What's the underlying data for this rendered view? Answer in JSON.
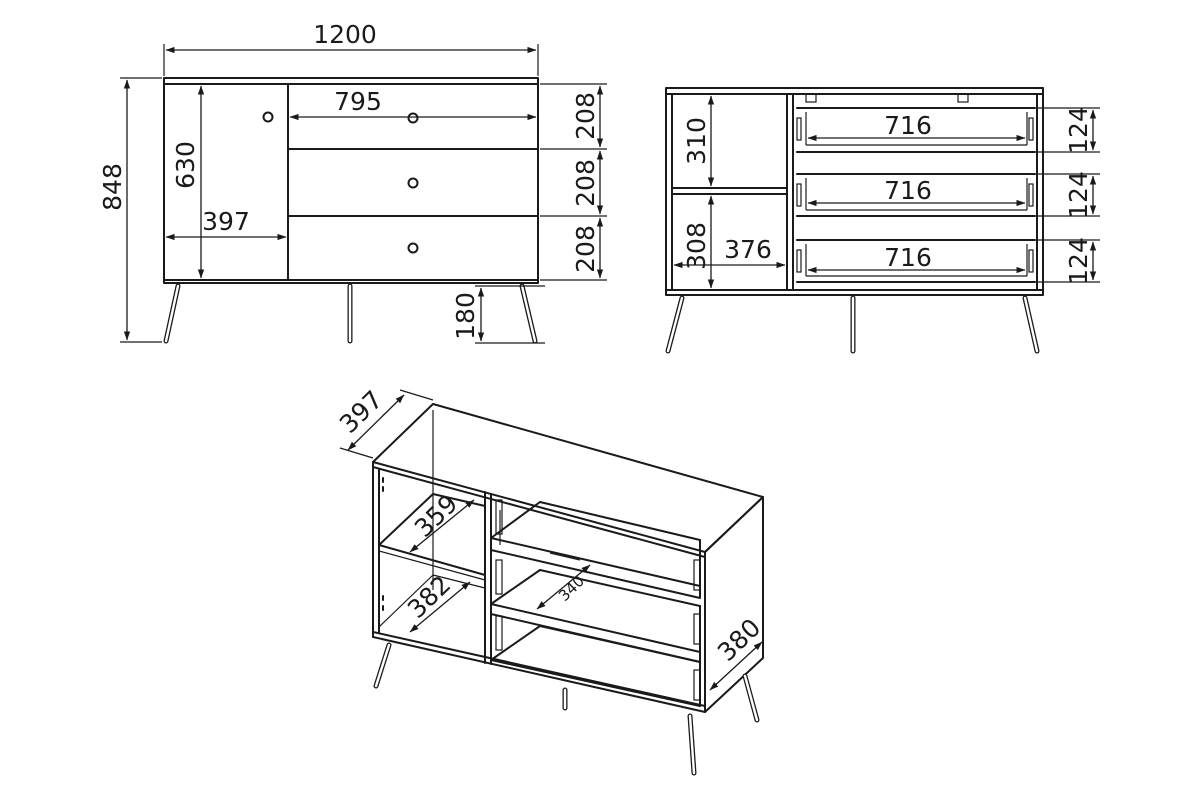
{
  "front_view": {
    "total_width": "1200",
    "total_height": "848",
    "door_height": "630",
    "door_width": "397",
    "drawer_width": "795",
    "drawer_heights": [
      "208",
      "208",
      "208"
    ],
    "leg_height": "180"
  },
  "back_view": {
    "upper_shelf_height": "310",
    "lower_shelf_height": "308",
    "shelf_width": "376",
    "drawer_inner_widths": [
      "716",
      "716",
      "716"
    ],
    "drawer_inner_heights": [
      "124",
      "124",
      "124"
    ]
  },
  "iso_view": {
    "depth": "397",
    "upper_shelf_depth": "359",
    "lower_shelf_depth": "382",
    "drawer_depth": "340",
    "side_depth": "380"
  }
}
